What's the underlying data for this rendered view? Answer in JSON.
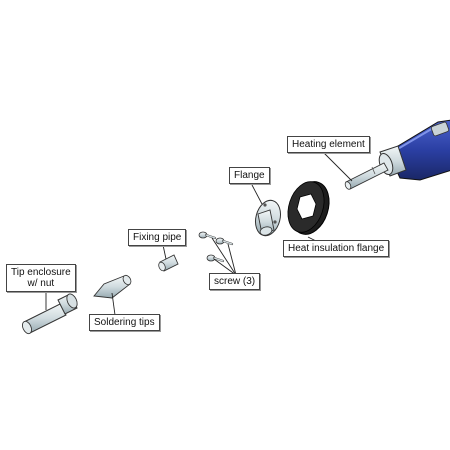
{
  "labels": {
    "heating_element": "Heating element",
    "flange": "Flange",
    "heat_insulation_flange": "Heat insulation flange",
    "fixing_pipe": "Fixing pipe",
    "screw": "screw (3)",
    "tip_enclosure_line1": "Tip enclosure",
    "tip_enclosure_line2": "w/ nut",
    "soldering_tips": "Soldering tips"
  },
  "colors": {
    "handle_blue": "#2b3fa3",
    "metal_light": "#dfe7ea",
    "metal_mid": "#b6c6cc",
    "metal_dark": "#8aa0a8",
    "insulation_black": "#1c1c1c",
    "line": "#222222"
  }
}
